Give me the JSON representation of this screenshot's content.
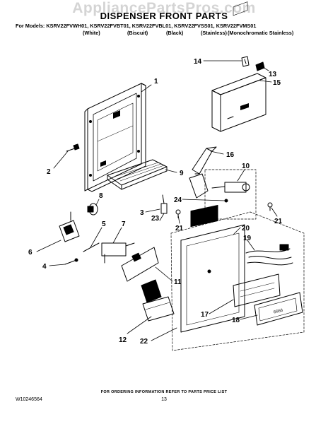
{
  "watermark": "AppliancePartsPros.com",
  "title": "DISPENSER FRONT PARTS",
  "models_line": "For Models: KSRV22FVWH01, KSRV22FVBT01, KSRV22FVBL01, KSRV22FVSS01, KSRV22FVMS01",
  "finishes": [
    "(White)",
    "(Biscuit)",
    "(Black)",
    "(Stainless)",
    "(Monochromatic Stainless)"
  ],
  "callouts": [
    "1",
    "2",
    "3",
    "4",
    "5",
    "6",
    "7",
    "8",
    "9",
    "10",
    "11",
    "12",
    "13",
    "14",
    "15",
    "16",
    "17",
    "18",
    "19",
    "20",
    "21",
    "21",
    "22",
    "23",
    "24"
  ],
  "display_panel_text": "6666",
  "footer_note": "FOR ORDERING INFORMATION REFER TO PARTS PRICE LIST",
  "doc_number": "W10246564",
  "page_number": "13"
}
